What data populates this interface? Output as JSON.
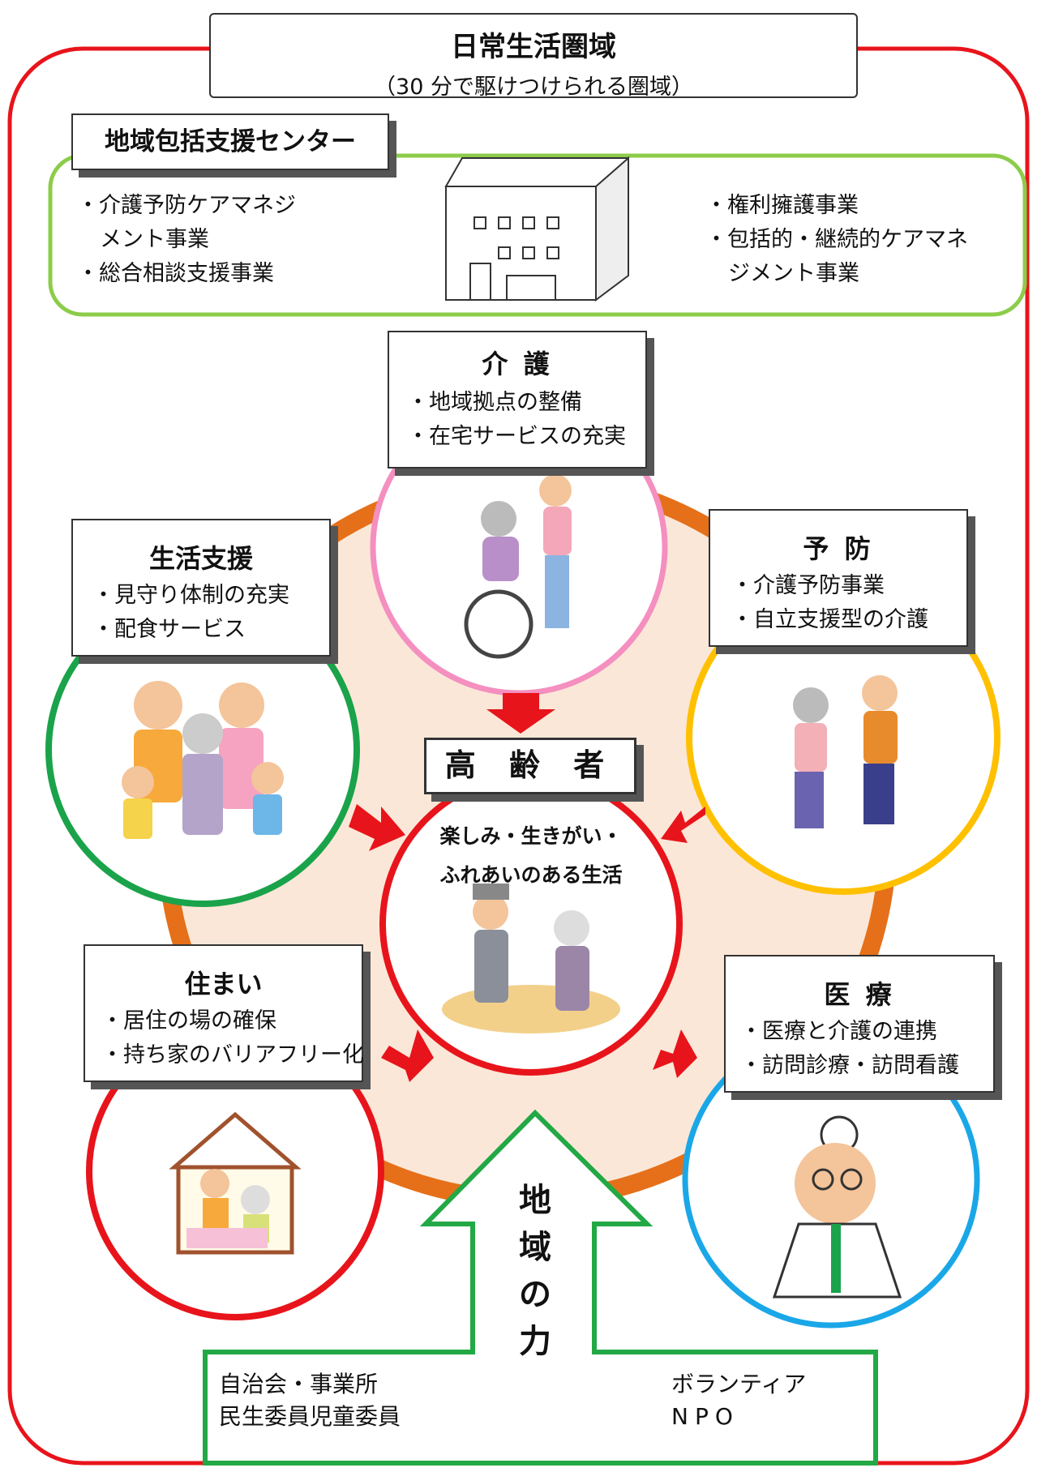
{
  "area": {
    "title": "日常生活圏域",
    "subtitle": "（30 分で駆けつけられる圏域）"
  },
  "centre": {
    "title": "地域包括支援センター",
    "left_items": [
      "・介護予防ケアマネジ",
      "メント事業",
      "・総合相談支援事業"
    ],
    "right_items": [
      "・権利擁護事業",
      "・包括的・継続的ケアマネ",
      "ジメント事業"
    ]
  },
  "services": {
    "care": {
      "title": "介 護",
      "items": [
        "・地域拠点の整備",
        "・在宅サービスの充実"
      ],
      "ring_color": "#f48fc0"
    },
    "life_support": {
      "title": "生活支援",
      "items": [
        "・見守り体制の充実",
        "・配食サービス"
      ],
      "ring_color": "#1aa34a"
    },
    "prevention": {
      "title": "予 防",
      "items": [
        "・介護予防事業",
        "・自立支援型の介護"
      ],
      "ring_color": "#ffc000"
    },
    "housing": {
      "title": "住まい",
      "items": [
        "・居住の場の確保",
        "・持ち家のバリアフリー化"
      ],
      "ring_color": "#e8141b"
    },
    "medical": {
      "title": "医 療",
      "items": [
        "・医療と介護の連携",
        "・訪問診療・訪問看護"
      ],
      "ring_color": "#1aa7e8"
    }
  },
  "elderly": {
    "label": "高 齢 者",
    "lines": [
      "楽しみ・生きがい・",
      "ふれあいのある生活"
    ],
    "ring_color": "#e8141b"
  },
  "community": {
    "power_chars": [
      "地",
      "域",
      "の",
      "力"
    ],
    "left_items": [
      "自治会・事業所",
      "民生委員児童委員"
    ],
    "right_items": [
      "ボランティア",
      "NPO"
    ],
    "arrow_color": "#22a845"
  },
  "colors": {
    "outer_frame": "#e8141b",
    "centre_frame": "#8ccc4a",
    "ring_band": "#e57019",
    "inner_fill": "#fbe7d8",
    "arrow_red": "#e8141b"
  }
}
